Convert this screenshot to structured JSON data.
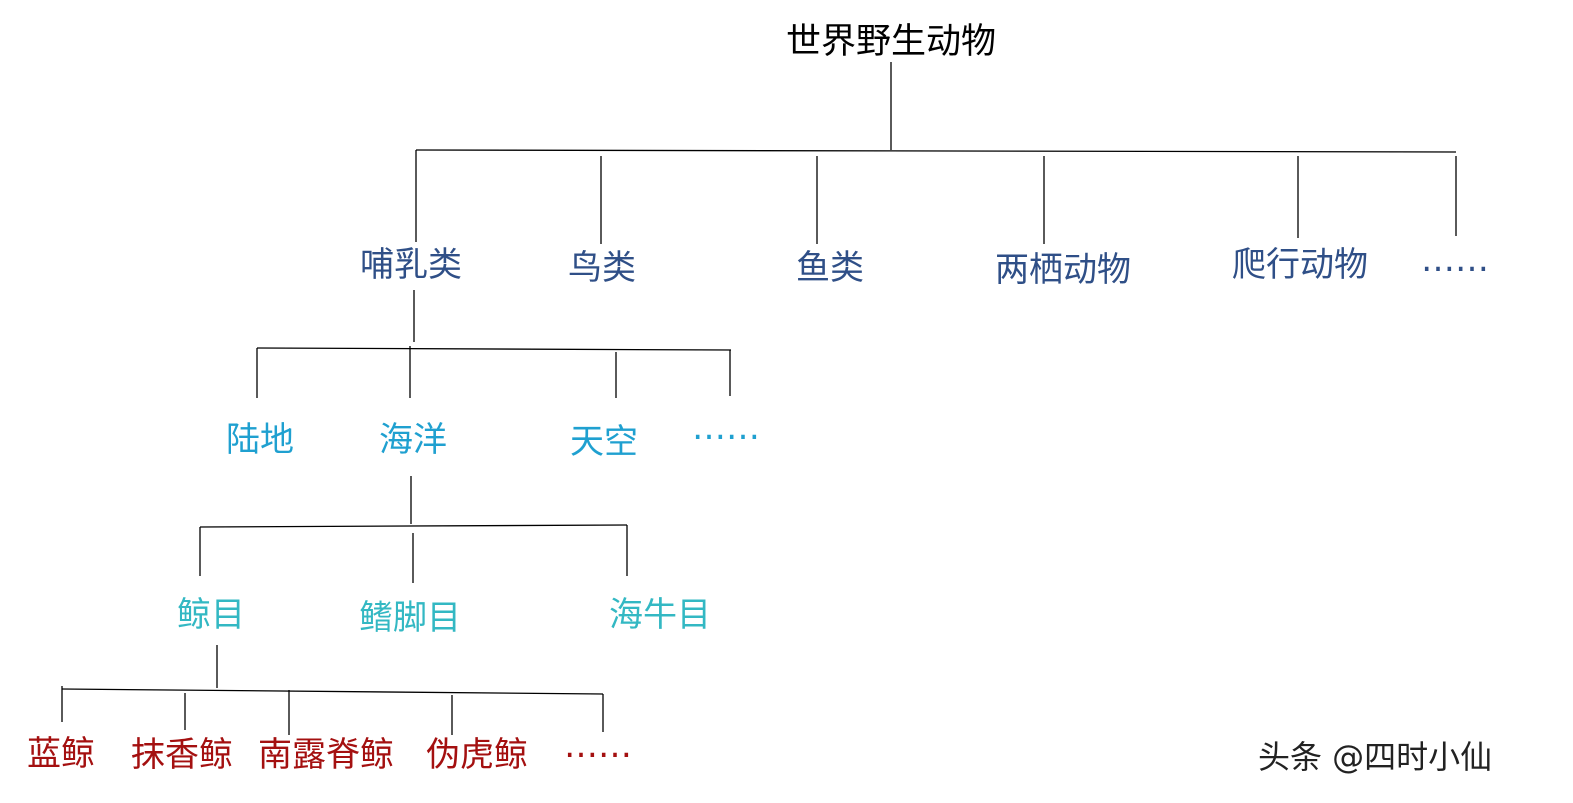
{
  "colors": {
    "root": "#000000",
    "class": "#2f4f87",
    "habitat": "#1fa0d0",
    "order": "#33b8c3",
    "species": "#a41010",
    "connector": "#000000"
  },
  "tree": {
    "root": "世界野生动物",
    "classes": [
      "哺乳类",
      "鸟类",
      "鱼类",
      "两栖动物",
      "爬行动物",
      "……"
    ],
    "habitats": [
      "陆地",
      "海洋",
      "天空",
      "……"
    ],
    "orders": [
      "鲸目",
      "鳍脚目",
      "海牛目"
    ],
    "species": [
      "蓝鲸",
      "抹香鲸",
      "南露脊鲸",
      "伪虎鲸",
      "……"
    ]
  },
  "watermark": "头条 @四时小仙"
}
